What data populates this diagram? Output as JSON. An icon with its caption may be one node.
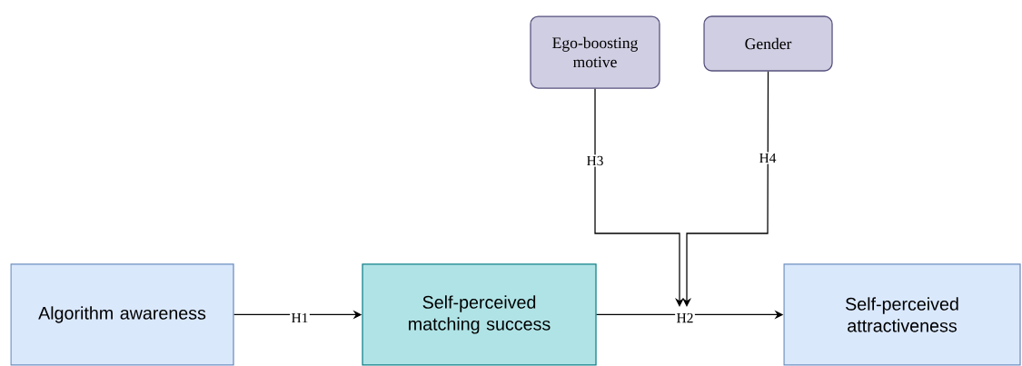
{
  "diagram": {
    "nodes": [
      {
        "text": [
          "Algorithm awareness"
        ]
      },
      {
        "text": [
          "Self-perceived matching success"
        ]
      },
      {
        "text": [
          "Self-perceived attractiveness"
        ]
      },
      {
        "text": [
          "Ego-boosting motive"
        ]
      },
      {
        "text": [
          "Gender"
        ]
      }
    ],
    "edges": [
      {
        "from": 0,
        "to": 1,
        "arrow": "to",
        "label": "H1"
      },
      {
        "from": 1,
        "to": 2,
        "arrow": "to",
        "label": "H2"
      },
      {
        "from": 3,
        "to": null,
        "arrow": "to",
        "label": "H3"
      },
      {
        "from": 4,
        "to": null,
        "arrow": "to",
        "label": "H4"
      }
    ]
  }
}
